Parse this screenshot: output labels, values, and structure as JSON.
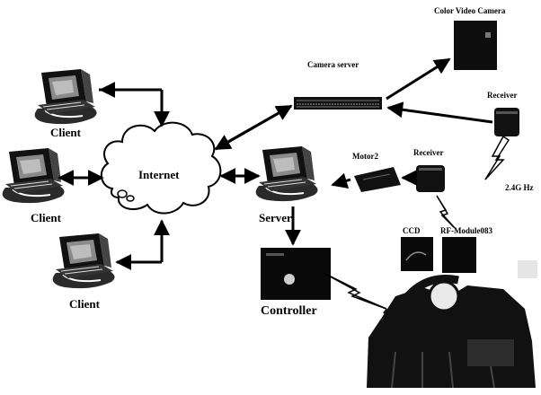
{
  "labels": {
    "client_1": "Client",
    "client_2": "Client",
    "client_3": "Client",
    "internet": "Internet",
    "server": "Server",
    "camera_server": "Camera server",
    "color_video_camera": "Color Video Camera",
    "receiver_top": "Receiver",
    "receiver_mid": "Receiver",
    "motor": "Motor2",
    "frequency": "2.4G Hz",
    "ccd": "CCD",
    "rf_module": "RF-Module083",
    "controller": "Controller"
  },
  "colors": {
    "ink": "#000000",
    "paper": "#ffffff",
    "screen_gray": "#8a8a8a"
  },
  "icons": {
    "client": "computer-terminal-icon",
    "server": "computer-terminal-icon",
    "internet": "cloud-icon",
    "camera_server": "rack-server-icon",
    "camera": "video-camera-icon",
    "receiver": "receiver-icon",
    "motor": "motor-board-icon",
    "wireless": "lightning-bolt-icon",
    "robot": "robot-photo-icon"
  }
}
